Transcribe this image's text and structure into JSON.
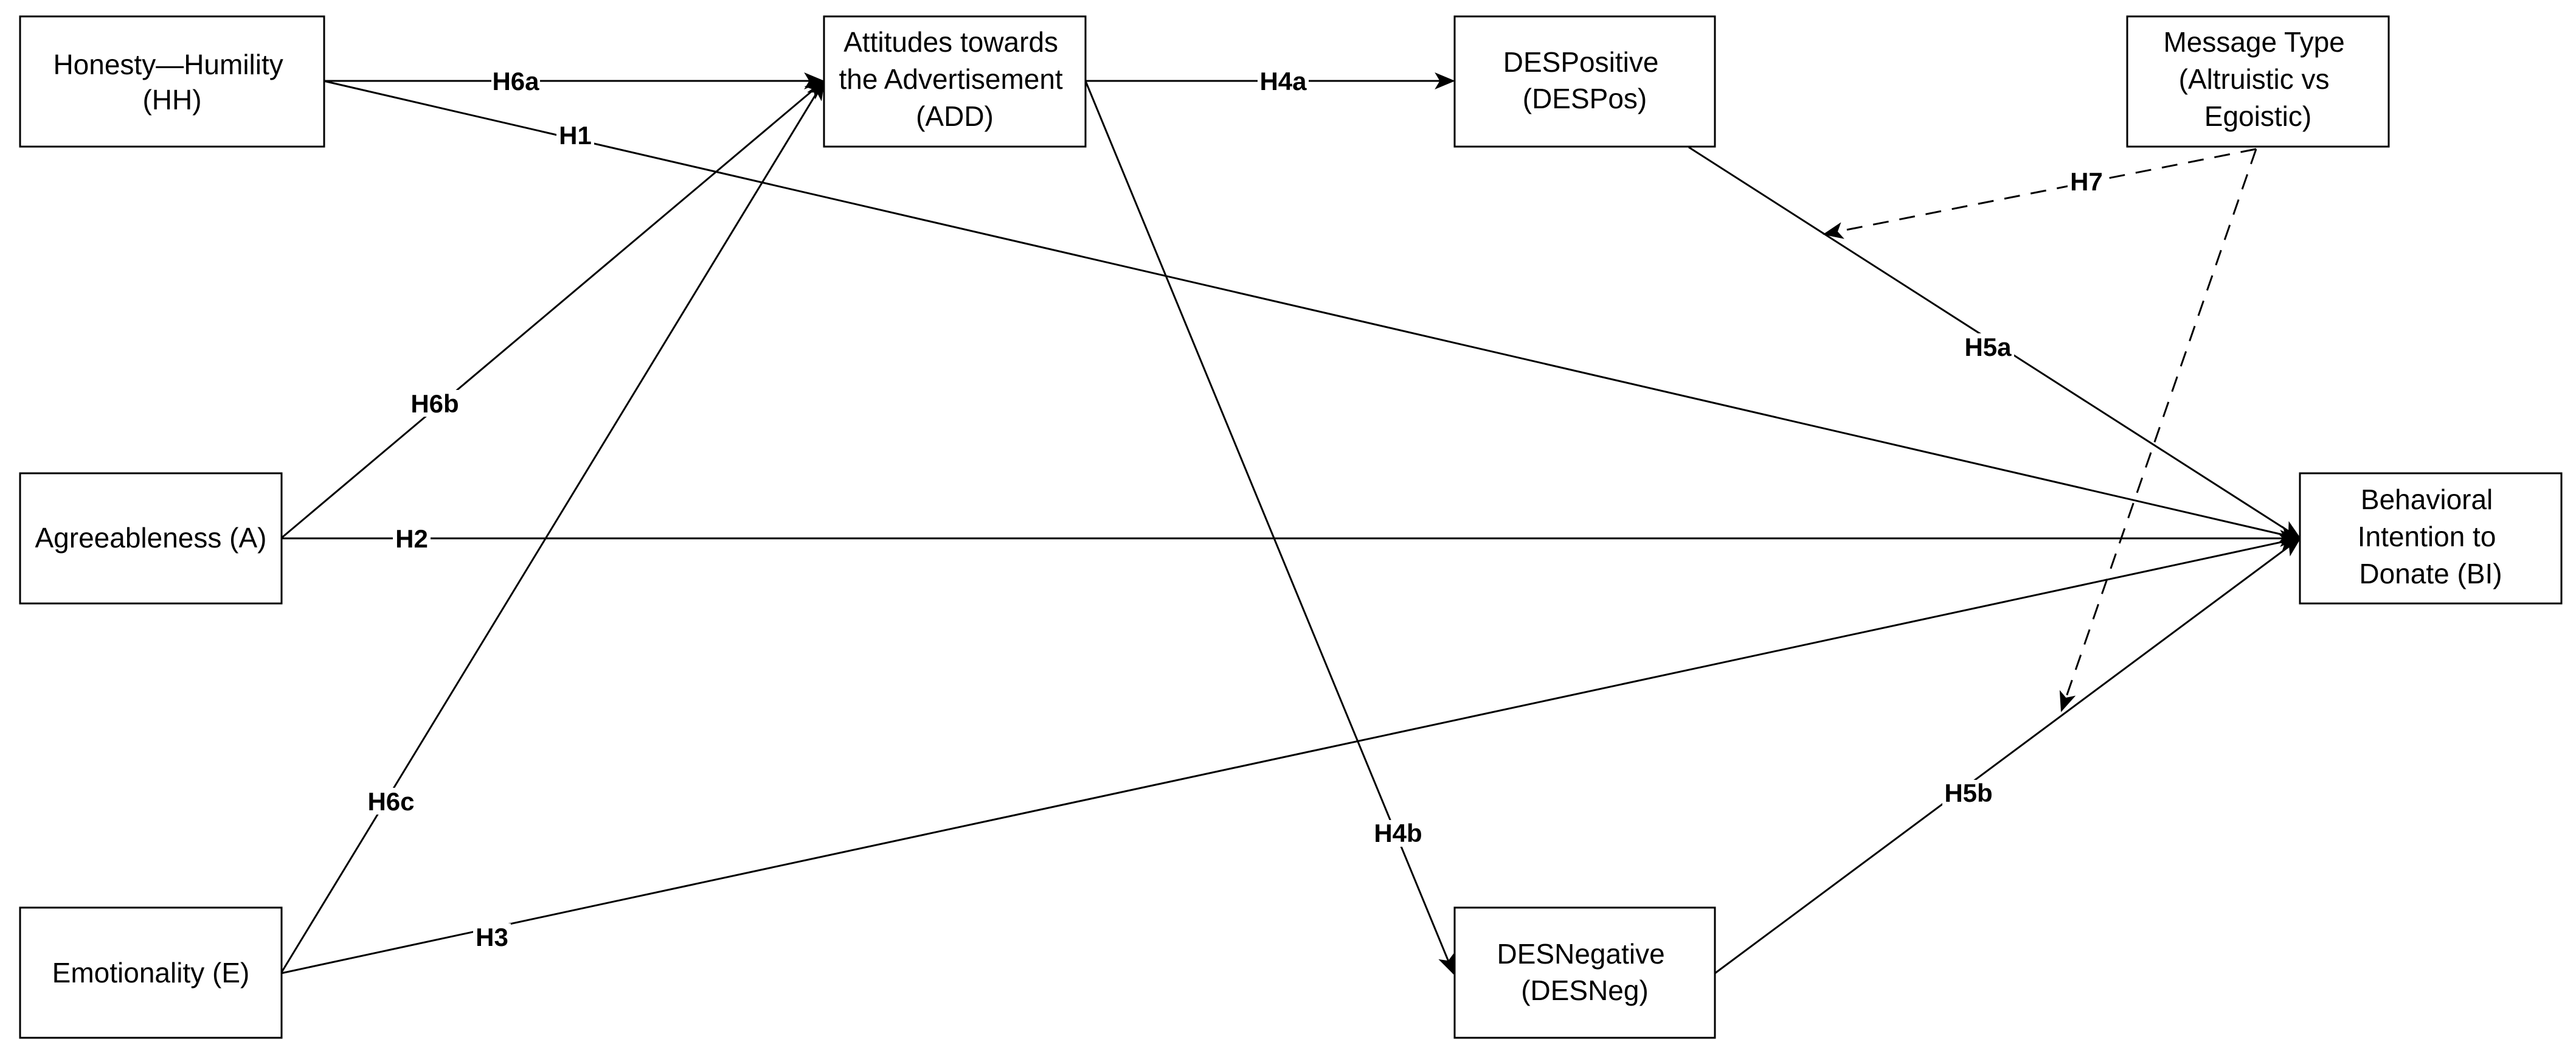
{
  "nodes": {
    "hh": {
      "lines": [
        "Honesty—Humility",
        "(HH)"
      ]
    },
    "a": {
      "lines": [
        "Agreeableness (A)"
      ]
    },
    "e": {
      "lines": [
        "Emotionality (E)"
      ]
    },
    "add": {
      "lines": [
        "Attitudes towards",
        "the Advertisement",
        "(ADD)"
      ]
    },
    "despos": {
      "lines": [
        "DESPositive",
        "(DESPos)"
      ]
    },
    "desneg": {
      "lines": [
        "DESNegative",
        "(DESNeg)"
      ]
    },
    "msg": {
      "lines": [
        "Message Type",
        "(Altruistic vs",
        "Egoistic)"
      ]
    },
    "bi": {
      "lines": [
        "Behavioral",
        "Intention to",
        "Donate (BI)"
      ]
    }
  },
  "edges": {
    "h6a": {
      "label": "H6a",
      "from": "hh",
      "to": "add",
      "style": "solid"
    },
    "h1": {
      "label": "H1",
      "from": "hh",
      "to": "bi",
      "style": "solid"
    },
    "h6b": {
      "label": "H6b",
      "from": "a",
      "to": "add",
      "style": "solid"
    },
    "h2": {
      "label": "H2",
      "from": "a",
      "to": "bi",
      "style": "solid"
    },
    "h6c": {
      "label": "H6c",
      "from": "e",
      "to": "add",
      "style": "solid"
    },
    "h3": {
      "label": "H3",
      "from": "e",
      "to": "bi",
      "style": "solid"
    },
    "h4a": {
      "label": "H4a",
      "from": "add",
      "to": "despos",
      "style": "solid"
    },
    "h4b": {
      "label": "H4b",
      "from": "add",
      "to": "desneg",
      "style": "solid"
    },
    "h5a": {
      "label": "H5a",
      "from": "despos",
      "to": "bi",
      "style": "solid"
    },
    "h5b": {
      "label": "H5b",
      "from": "desneg",
      "to": "bi",
      "style": "solid"
    },
    "h7": {
      "label": "H7",
      "from": "msg",
      "to": "h5a, h5b",
      "style": "dashed"
    }
  }
}
